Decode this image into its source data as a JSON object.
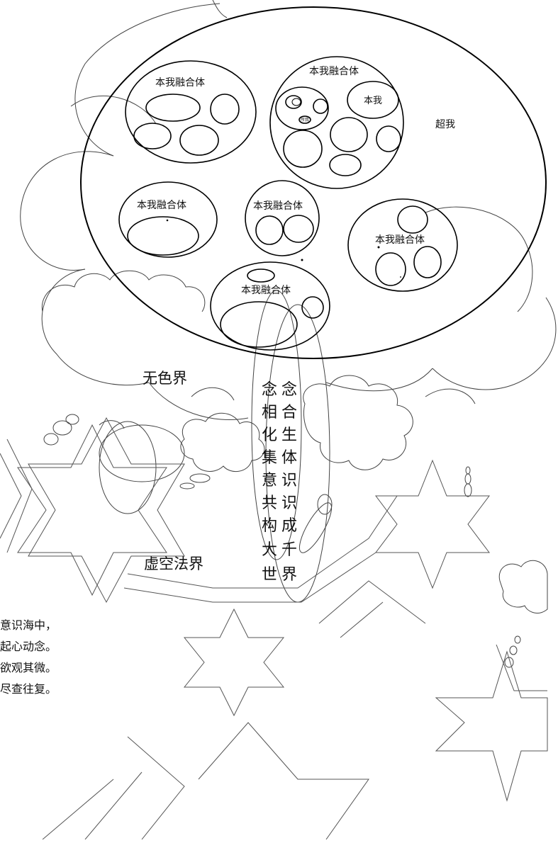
{
  "superego_label": "超我",
  "fusion_label": "本我融合体",
  "id_label": "本我",
  "tiny_label": "所我",
  "formless_realm_label": "无色界",
  "void_realm_label": "虚空法界",
  "thought_column_left": [
    "念",
    "相",
    "化",
    "集",
    "意",
    "共",
    "构",
    "大",
    "世"
  ],
  "thought_column_right": [
    "念",
    "合",
    "生",
    "体",
    "识",
    "识",
    "成",
    "千",
    "界"
  ],
  "verse_lines": [
    "意识海中，",
    "起心动念。",
    "欲观其微。",
    "尽查往复。"
  ]
}
